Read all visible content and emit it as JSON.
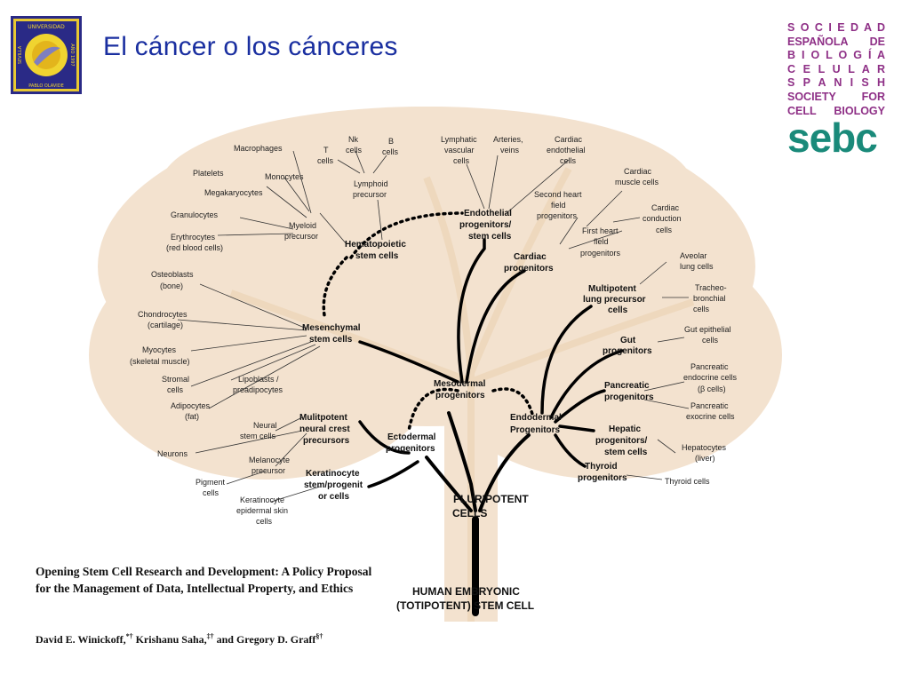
{
  "title": "El cáncer o los cánceres",
  "university_logo": {
    "text_top": "UNIVERSIDAD",
    "text_left": "SEVILLA",
    "text_right": "AÑO 1997",
    "text_bottom": "PABLO OLAVIDE",
    "colors": {
      "frame": "#2a2a86",
      "gold": "#f0d430"
    }
  },
  "sebc_logo": {
    "lines": [
      "S O C I E D A D",
      "ESPAÑOLA DE",
      "B I O L O G Í A",
      "C E L U L A R",
      "S P A N I S H",
      "SOCIETY FOR",
      "CELL BIOLOGY"
    ],
    "word": "sebc",
    "colors": {
      "text": "#8e2f86",
      "word": "#1a8a7a"
    }
  },
  "diagram": {
    "bold_nodes": {
      "hematopoietic": [
        "Hematopoietic",
        "stem cells"
      ],
      "endothelial": [
        "Endothelial",
        "progenitors/",
        "stem cells"
      ],
      "cardiac": [
        "Cardiac",
        "progenitors"
      ],
      "mesenchymal": [
        "Mesenchymal",
        "stem cells"
      ],
      "multipotent_lung": [
        "Multipotent",
        "lung precursor",
        "cells"
      ],
      "gut": [
        "Gut",
        "progenitors"
      ],
      "mesodermal": [
        "Mesodermal",
        "progenitors"
      ],
      "pancreatic": [
        "Pancreatic",
        "progenitors"
      ],
      "endodermal": [
        "Endodermal",
        "Progenitors"
      ],
      "neural_crest": [
        "Mulitpotent",
        "neural crest",
        "precursors"
      ],
      "ectodermal": [
        "Ectodermal",
        "progenitors"
      ],
      "hepatic": [
        "Hepatic",
        "progenitors/",
        "stem cells"
      ],
      "thyroid": [
        "Thyroid",
        "progenitors"
      ],
      "keratinocyte": [
        "Keratinocyte",
        "stem/progenit",
        "or cells"
      ],
      "pluripotent": [
        "PLURIPOTENT",
        "CELLS"
      ],
      "embryonic": [
        "HUMAN EMBRYONIC",
        "(TOTIPOTENT) STEM CELL"
      ]
    },
    "labels": {
      "macrophages": [
        "Macrophages"
      ],
      "t_cells": [
        "T",
        "cells"
      ],
      "nk_cells": [
        "Nk",
        "cells"
      ],
      "b_cells": [
        "B",
        "cells"
      ],
      "lymphatic": [
        "Lymphatic",
        "vascular",
        "cells"
      ],
      "arteries": [
        "Arteries,",
        "veins"
      ],
      "cardiac_endothelial": [
        "Cardiac",
        "endothelial",
        "cells"
      ],
      "monocytes": [
        "Monocytes"
      ],
      "platelets": [
        "Platelets"
      ],
      "lymphoid": [
        "Lymphoid",
        "precursor"
      ],
      "cardiac_muscle": [
        "Cardiac",
        "muscle cells"
      ],
      "megakaryocytes": [
        "Megakaryocytes"
      ],
      "second_heart": [
        "Second heart",
        "field",
        "progenitors"
      ],
      "granulocytes": [
        "Granulocytes"
      ],
      "myeloid": [
        "Myeloid",
        "precursor"
      ],
      "cardiac_conduction": [
        "Cardiac",
        "conduction",
        "cells"
      ],
      "erythrocytes": [
        "Erythrocytes",
        "(red blood cells)"
      ],
      "first_heart": [
        "First heart",
        "field",
        "progenitors"
      ],
      "aveolar": [
        "Aveolar",
        "lung cells"
      ],
      "osteoblasts": [
        "Osteoblasts",
        "(bone)"
      ],
      "tracheo": [
        "Tracheo-",
        "bronchial",
        "cells"
      ],
      "chondrocytes": [
        "Chondrocytes",
        "(cartilage)"
      ],
      "gut_epithelial": [
        "Gut epithelial",
        "cells"
      ],
      "myocytes": [
        "Myocytes",
        "(skeletal muscle)"
      ],
      "pancreatic_endocrine": [
        "Pancreatic",
        "endocrine cells",
        "(β cells)"
      ],
      "stromal": [
        "Stromal",
        "cells"
      ],
      "lipoblasts": [
        "Lipoblasts /",
        "preadipocytes"
      ],
      "adipocytes": [
        "Adipocytes",
        "(fat)"
      ],
      "pancreatic_exocrine": [
        "Pancreatic",
        "exocrine cells"
      ],
      "neural_stem": [
        "Neural",
        "stem cells"
      ],
      "neurons": [
        "Neurons"
      ],
      "melanocyte": [
        "Melanocyte",
        "precursor"
      ],
      "hepatocytes": [
        "Hepatocytes",
        "(liver)"
      ],
      "pigment": [
        "Pigment",
        "cells"
      ],
      "thyroid_cells": [
        "Thyroid cells"
      ],
      "keratinocyte_epi": [
        "Keratinocyte",
        "epidermal skin",
        "cells"
      ]
    },
    "colors": {
      "tree": "#f0dcc6",
      "branch": "#000000"
    }
  },
  "citation": {
    "title": "Opening Stem Cell Research and Development: A Policy Proposal for the Management of Data, Intellectual Property, and Ethics",
    "author1": "David E. Winickoff,",
    "author1_sup": "*†",
    "author2": " Krishanu Saha,",
    "author2_sup": "‡†",
    "author3": " and Gregory D. Graff",
    "author3_sup": "§†"
  }
}
